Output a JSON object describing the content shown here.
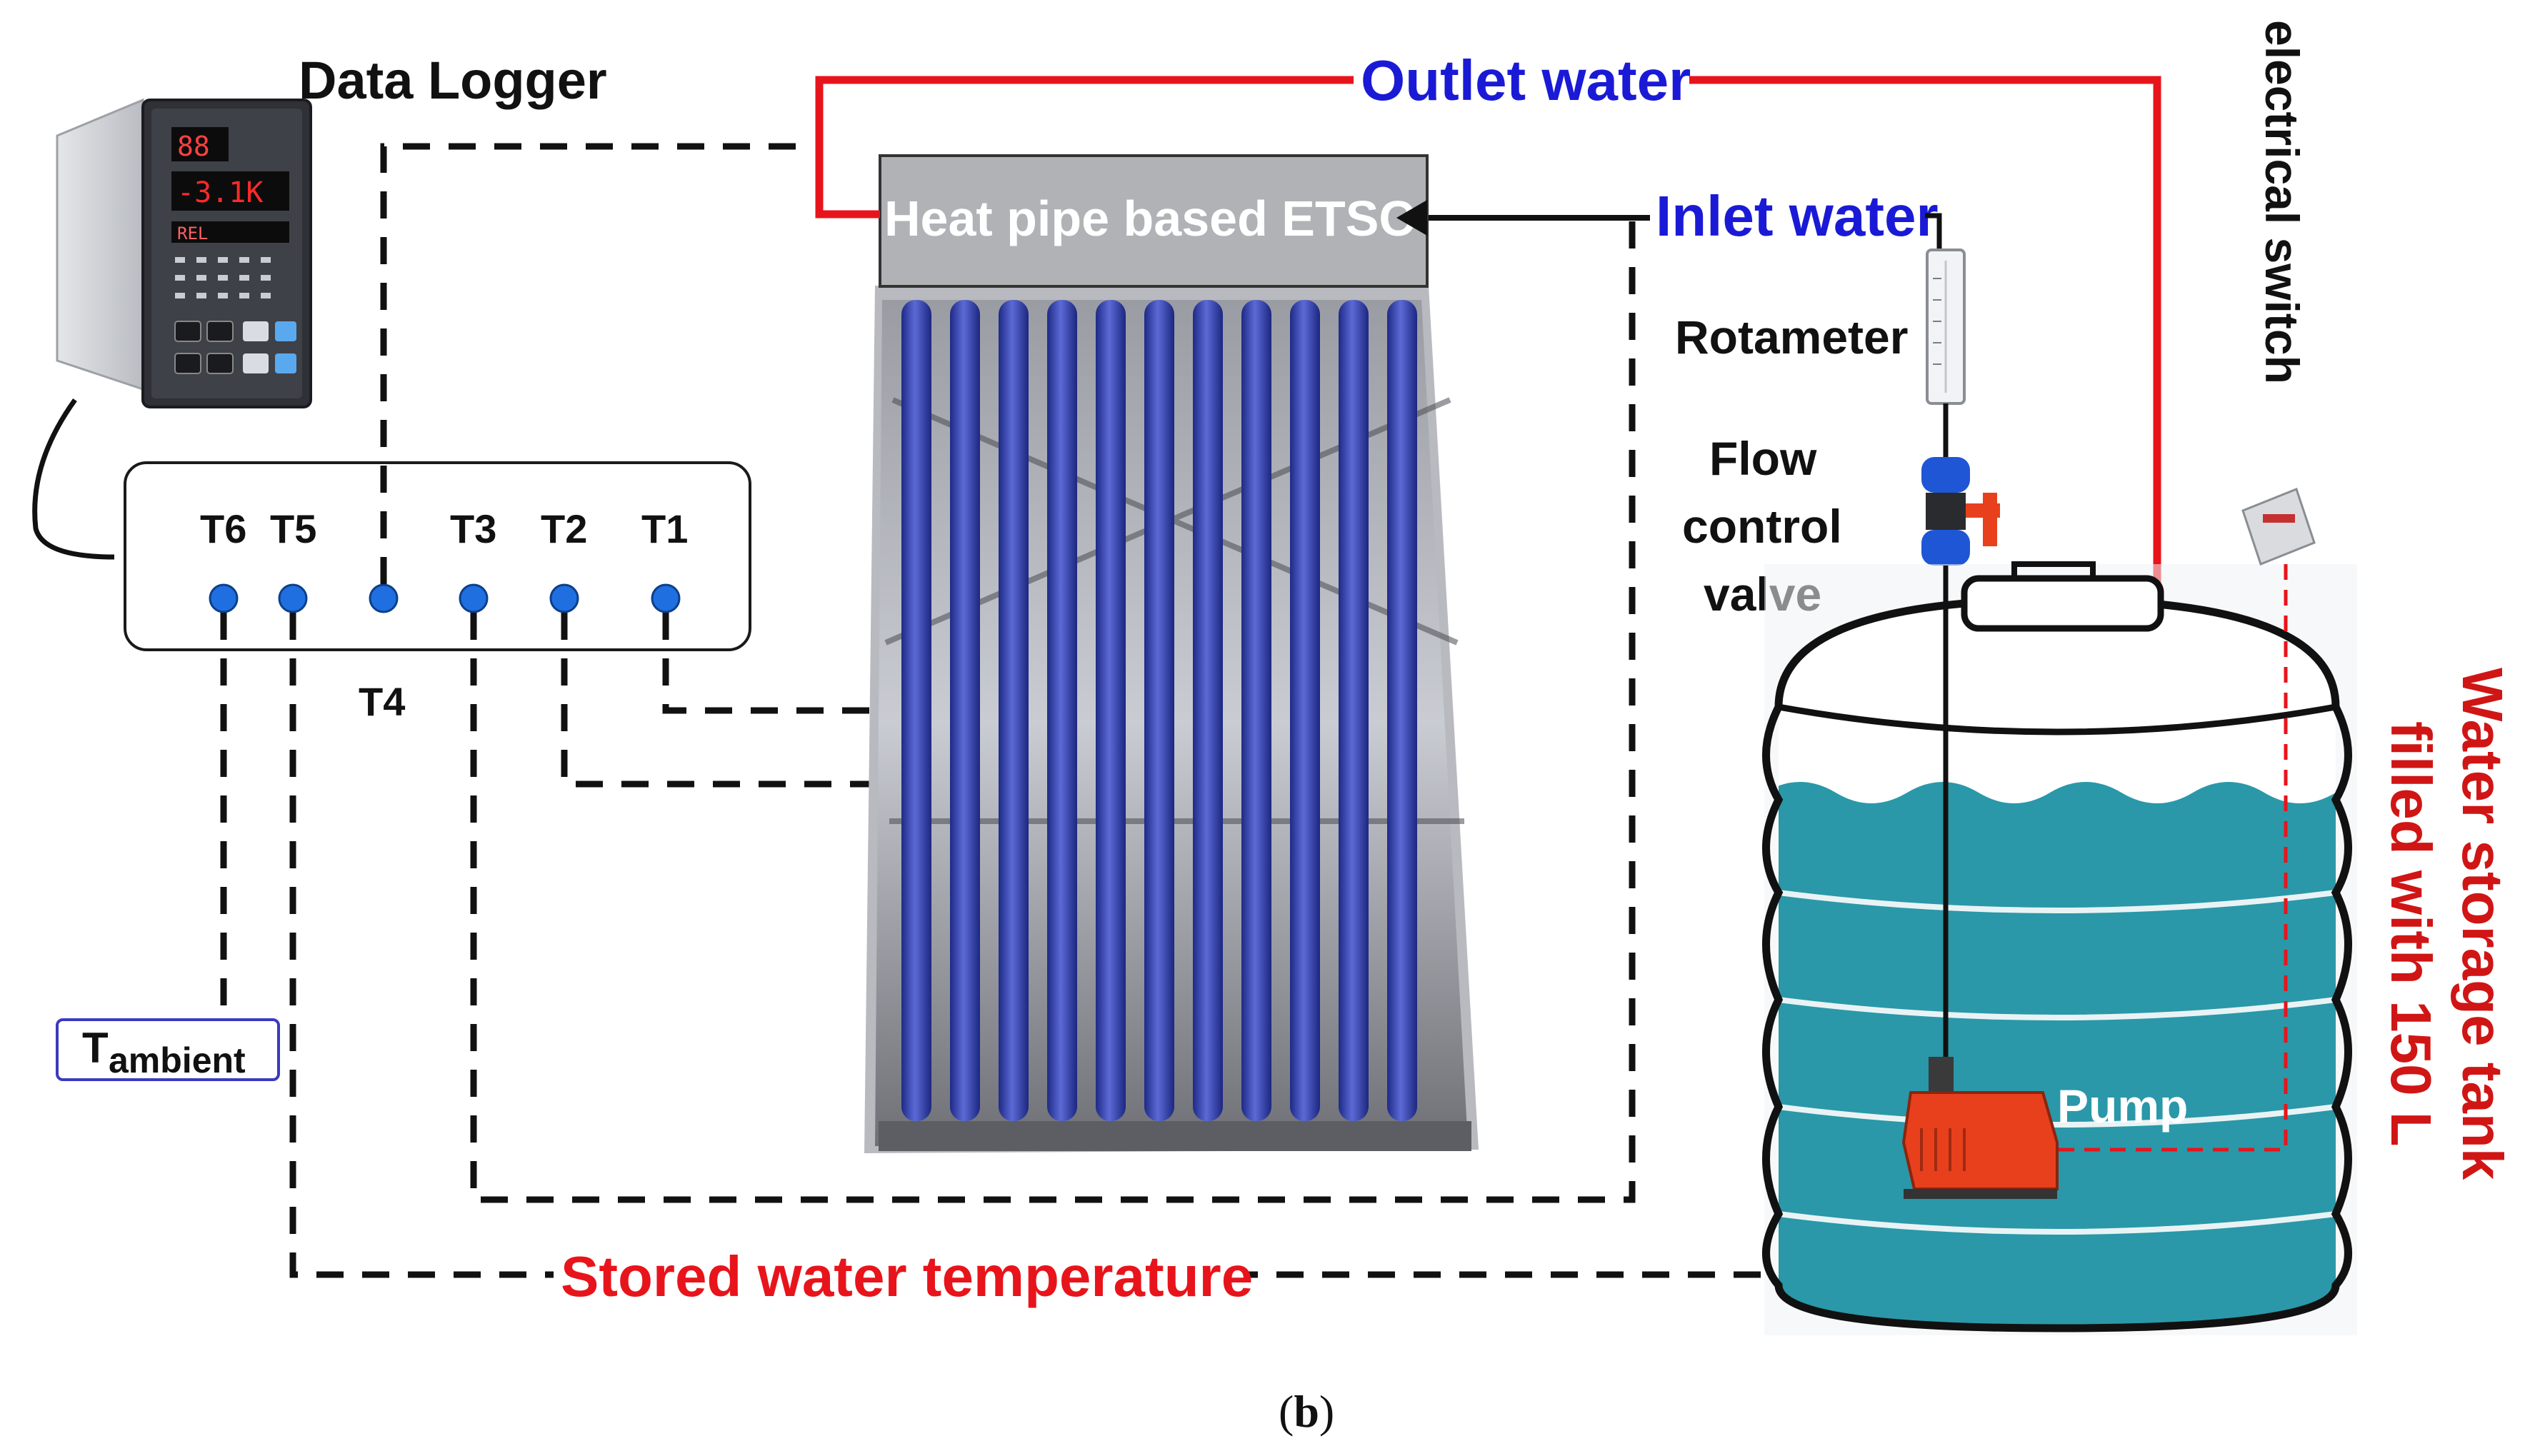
{
  "labels": {
    "data_logger": "Data Logger",
    "outlet_water": "Outlet water",
    "inlet_water": "Inlet water",
    "collector": "Heat pipe based ETSC",
    "rotameter": "Rotameter",
    "valve_line1": "Flow",
    "valve_line2": "control",
    "valve_line3": "valve",
    "electrical_switch": "electrical switch",
    "tank_line1": "Water storage tank",
    "tank_line2": "filled with 150 L",
    "pump": "Pump",
    "stored_water": "Stored water temperature",
    "ambient_main": "T",
    "ambient_sub": "ambient",
    "t1": "T1",
    "t2": "T2",
    "t3": "T3",
    "t4": "T4",
    "t5": "T5",
    "t6": "T6"
  },
  "logger_display": {
    "row1": "88",
    "row2": "-3.1K",
    "row3": "REL"
  },
  "caption": {
    "open": "(",
    "letter": "b",
    "close": ")"
  },
  "colors": {
    "hot_line": "#e8141b",
    "inlet_text": "#1a1ad6",
    "outlet_text": "#1a1ad6",
    "sensor_dot": "#1f6fe0",
    "tube": "#3b48b8",
    "water": "#2a98a8",
    "tank_label": "#d01515",
    "pump": "#e8401c"
  }
}
